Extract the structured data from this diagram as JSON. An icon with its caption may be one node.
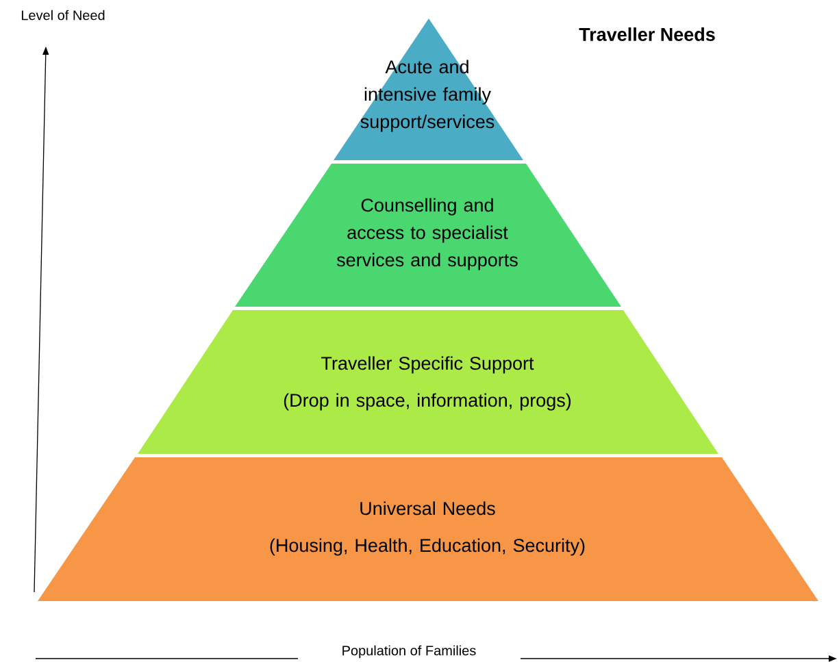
{
  "diagram": {
    "title": "Traveller Needs",
    "nodes": [
      {
        "text": [
          "Acute and intensive family support/services"
        ]
      },
      {
        "text": [
          "Counselling and access to specialist services and supports"
        ]
      },
      {
        "text": [
          "Traveller Specific Support",
          "(Drop in space, information, progs)"
        ]
      },
      {
        "text": [
          "Universal Needs",
          "(Housing, Health, Education, Security)"
        ]
      }
    ],
    "labels": [
      "Level of Need",
      "Population of Families"
    ]
  }
}
